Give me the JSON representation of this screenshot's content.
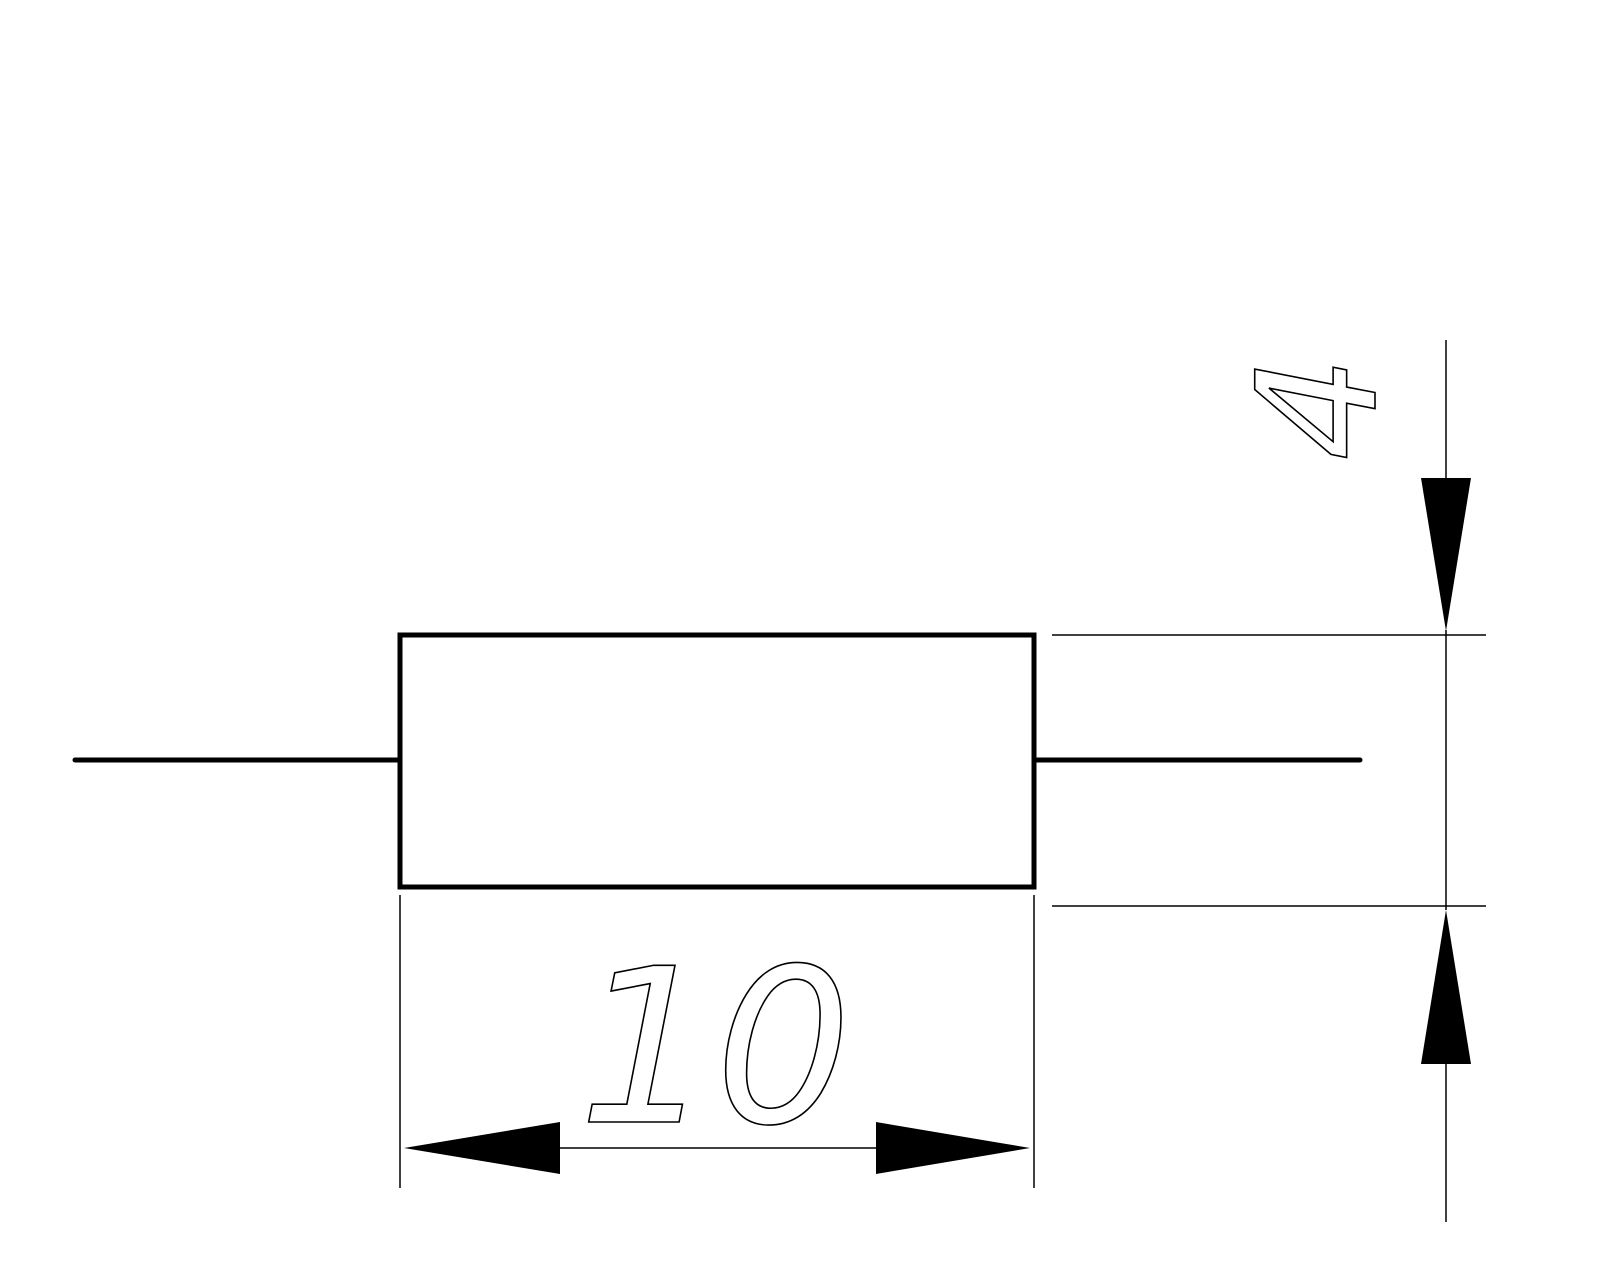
{
  "drawing": {
    "component": "resistor",
    "dimensions": {
      "length": "10",
      "height": "4"
    },
    "colors": {
      "line": "#000000",
      "background": "#ffffff"
    }
  }
}
